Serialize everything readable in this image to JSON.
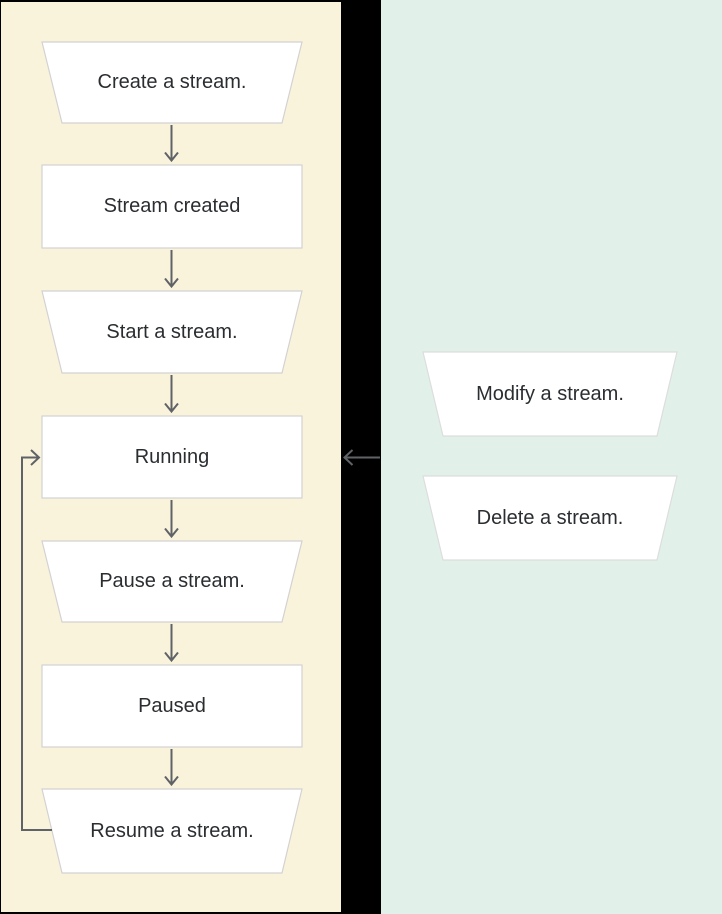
{
  "colors": {
    "left_panel_bg": "#FAF3DC",
    "right_panel_bg": "#E1F1E9",
    "gap_bg": "#000000",
    "shape_fill": "#FFFFFF",
    "shape_border_left": "#D2D2D2",
    "shape_border_right": "#DDDDDD",
    "arrow": "#5F6368",
    "text": "#2B2E31"
  },
  "diagram": {
    "type": "flowchart",
    "left_panel": {
      "description": "stream lifecycle flow",
      "nodes": [
        {
          "id": "create",
          "label": "Create a stream.",
          "shape": "trapezoid"
        },
        {
          "id": "created",
          "label": "Stream created",
          "shape": "rect"
        },
        {
          "id": "start",
          "label": "Start a stream.",
          "shape": "trapezoid"
        },
        {
          "id": "running",
          "label": "Running",
          "shape": "rect"
        },
        {
          "id": "pause",
          "label": "Pause a stream.",
          "shape": "trapezoid"
        },
        {
          "id": "paused",
          "label": "Paused",
          "shape": "rect"
        },
        {
          "id": "resume",
          "label": "Resume a stream.",
          "shape": "trapezoid"
        }
      ]
    },
    "right_panel": {
      "description": "stream actions",
      "nodes": [
        {
          "id": "modify",
          "label": "Modify a stream.",
          "shape": "trapezoid"
        },
        {
          "id": "delete",
          "label": "Delete a stream.",
          "shape": "trapezoid"
        }
      ]
    },
    "edges": [
      {
        "from": "create",
        "to": "created",
        "type": "arrow-down"
      },
      {
        "from": "created",
        "to": "start",
        "type": "arrow-down"
      },
      {
        "from": "start",
        "to": "running",
        "type": "arrow-down"
      },
      {
        "from": "running",
        "to": "pause",
        "type": "arrow-down"
      },
      {
        "from": "pause",
        "to": "paused",
        "type": "arrow-down"
      },
      {
        "from": "paused",
        "to": "resume",
        "type": "arrow-down"
      },
      {
        "from": "resume",
        "to": "running",
        "type": "loop-back-left"
      },
      {
        "from": "right-panel",
        "to": "running",
        "type": "arrow-left"
      }
    ]
  }
}
